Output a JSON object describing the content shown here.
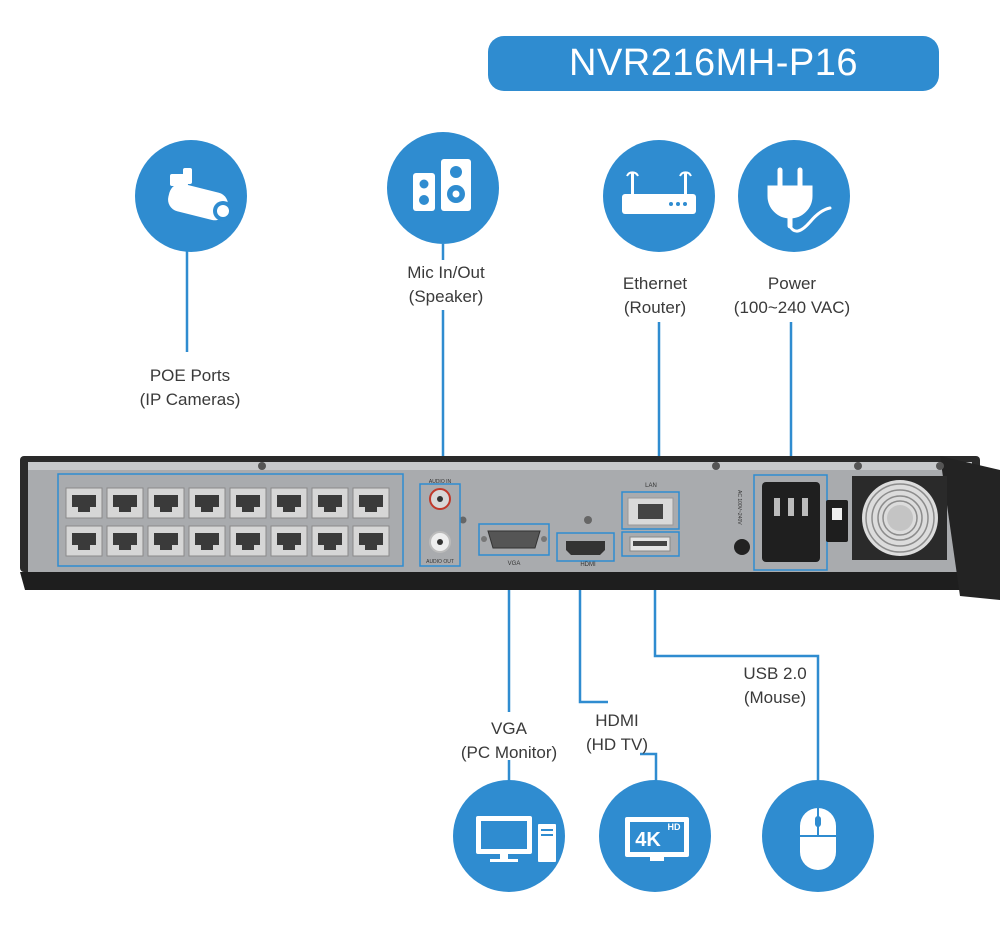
{
  "title": "NVR216MH-P16",
  "colors": {
    "accent": "#2f8cd0",
    "device_body": "#a7a9ac",
    "device_frame": "#2a2a2a"
  },
  "connections": {
    "poe": {
      "icon": "security-camera-icon",
      "line1": "POE Ports",
      "line2": "(IP Cameras)"
    },
    "mic": {
      "icon": "speaker-icon",
      "line1": "Mic In/Out",
      "line2": "(Speaker)"
    },
    "ethernet": {
      "icon": "router-icon",
      "line1": "Ethernet",
      "line2": "(Router)"
    },
    "power": {
      "icon": "power-plug-icon",
      "line1": "Power",
      "line2": "(100~240 VAC)"
    },
    "vga": {
      "icon": "pc-monitor-icon",
      "line1": "VGA",
      "line2": "(PC Monitor)"
    },
    "hdmi": {
      "icon": "tv-4k-icon",
      "line1": "HDMI",
      "line2": "(HD TV)"
    },
    "usb": {
      "icon": "mouse-icon",
      "line1": "USB 2.0",
      "line2": "(Mouse)"
    }
  },
  "panel_labels": {
    "audio_in": "AUDIO IN",
    "audio_out": "AUDIO OUT",
    "vga": "VGA",
    "hdmi": "HDMI",
    "lan": "LAN",
    "ac": "AC 100V~240V"
  },
  "tv_badge": {
    "big": "4K",
    "small": "HD"
  }
}
